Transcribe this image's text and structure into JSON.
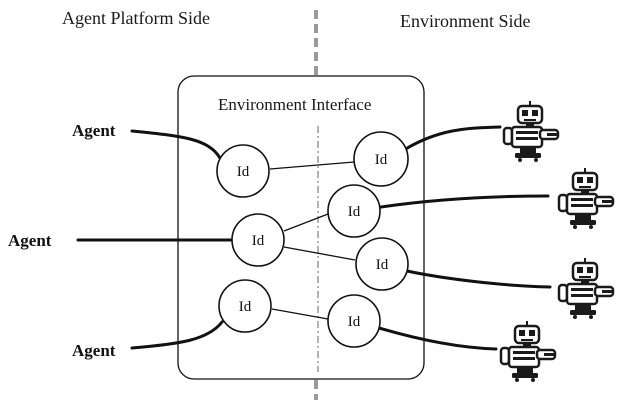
{
  "left_header": "Agent Platform Side",
  "right_header": "Environment Side",
  "box_title": "Environment Interface",
  "agents": [
    "Agent",
    "Agent",
    "Agent"
  ],
  "id_label": "Id",
  "colors": {
    "line": "#111111",
    "divider_outer": "#9a9a9a",
    "divider_inner": "#a0a0a0",
    "robot_body": "#ffffff",
    "robot_dark": "#1a1a1a"
  },
  "icons": [
    "robot-icon",
    "robot-icon",
    "robot-icon",
    "robot-icon"
  ]
}
